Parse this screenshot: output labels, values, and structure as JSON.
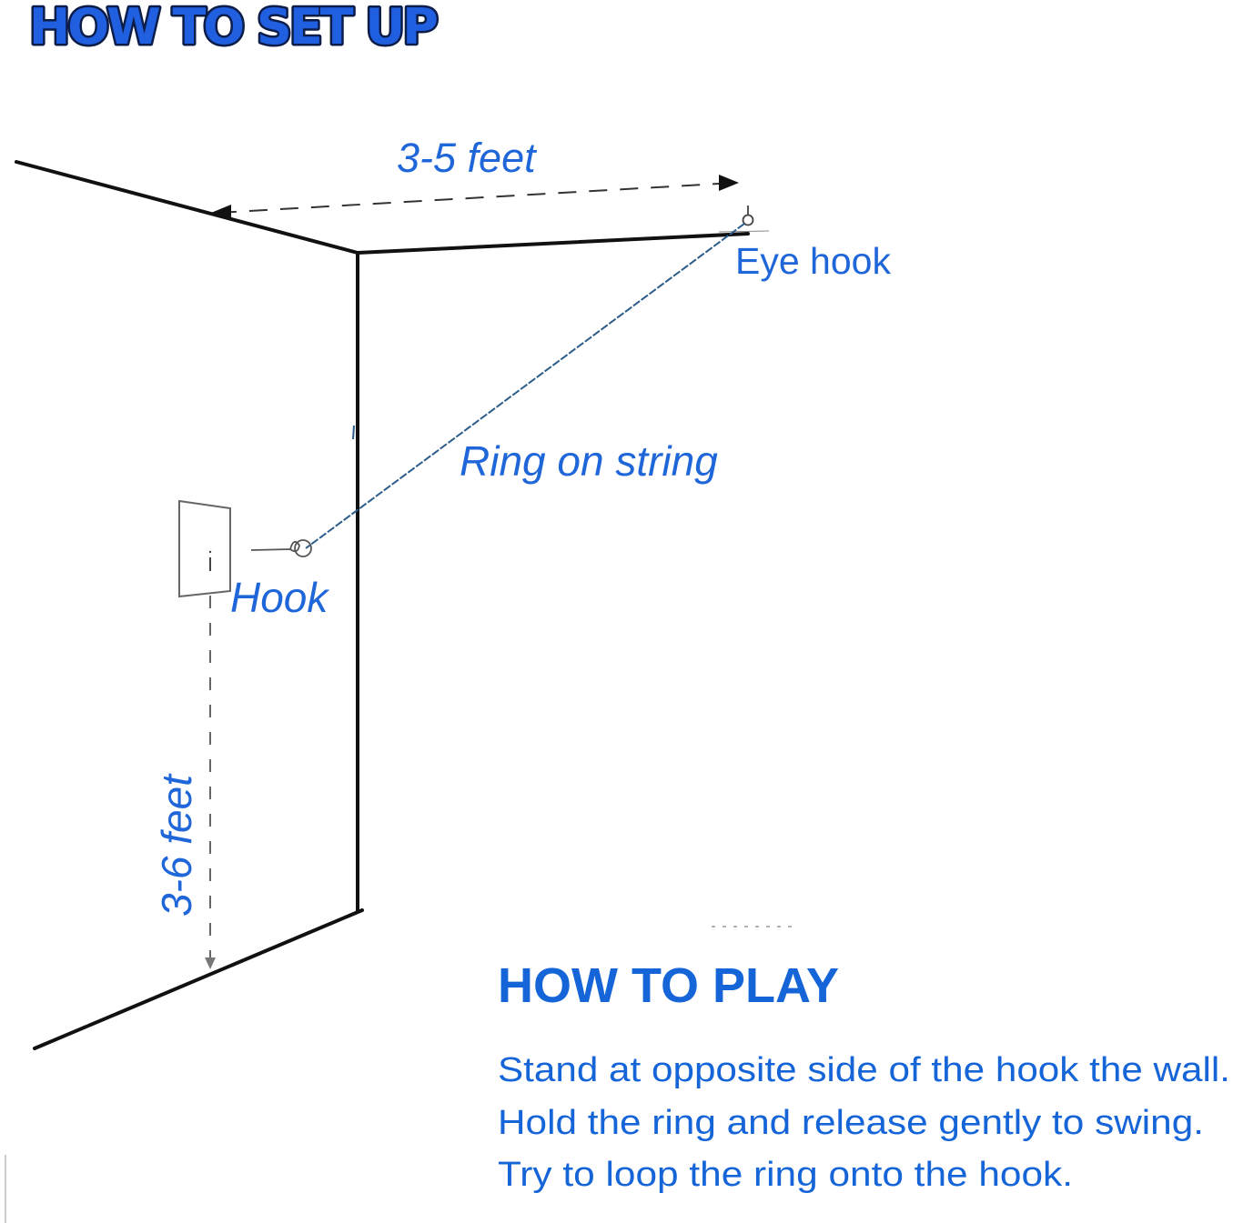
{
  "setup_title": "HOW TO SET UP",
  "labels": {
    "ceiling_distance": "3-5 feet",
    "eye_hook": "Eye hook",
    "ring_on_string": "Ring on string",
    "hook": "Hook",
    "hook_height": "3-6 feet"
  },
  "play": {
    "title": "HOW TO PLAY",
    "steps": [
      "Stand at opposite side of the hook the wall.",
      "Hold the ring and release gently to swing.",
      "Try to loop the ring onto the hook."
    ]
  },
  "colors": {
    "label_blue": "#1f66d9",
    "title_blue": "#1565d8",
    "line_black": "#111111",
    "string_blue": "#2b5c8a"
  }
}
